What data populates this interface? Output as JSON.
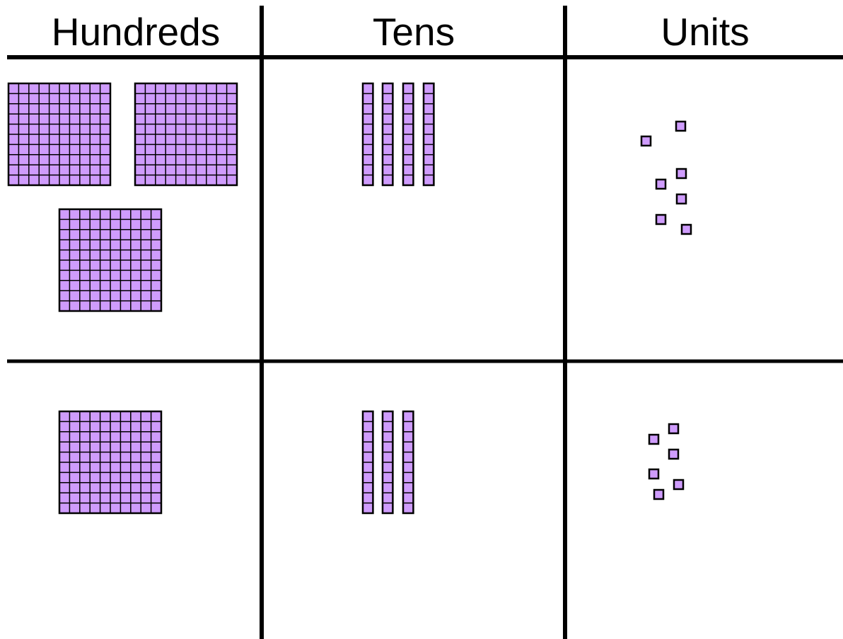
{
  "headers": {
    "hundreds": "Hundreds",
    "tens": "Tens",
    "units": "Units"
  },
  "rows": [
    {
      "hundreds": 3,
      "tens": 4,
      "units": 7
    },
    {
      "hundreds": 1,
      "tens": 3,
      "units": 6
    }
  ],
  "colors": {
    "block_fill": "#cf9cfc",
    "block_stroke": "#000000",
    "grid_line": "#000000"
  }
}
